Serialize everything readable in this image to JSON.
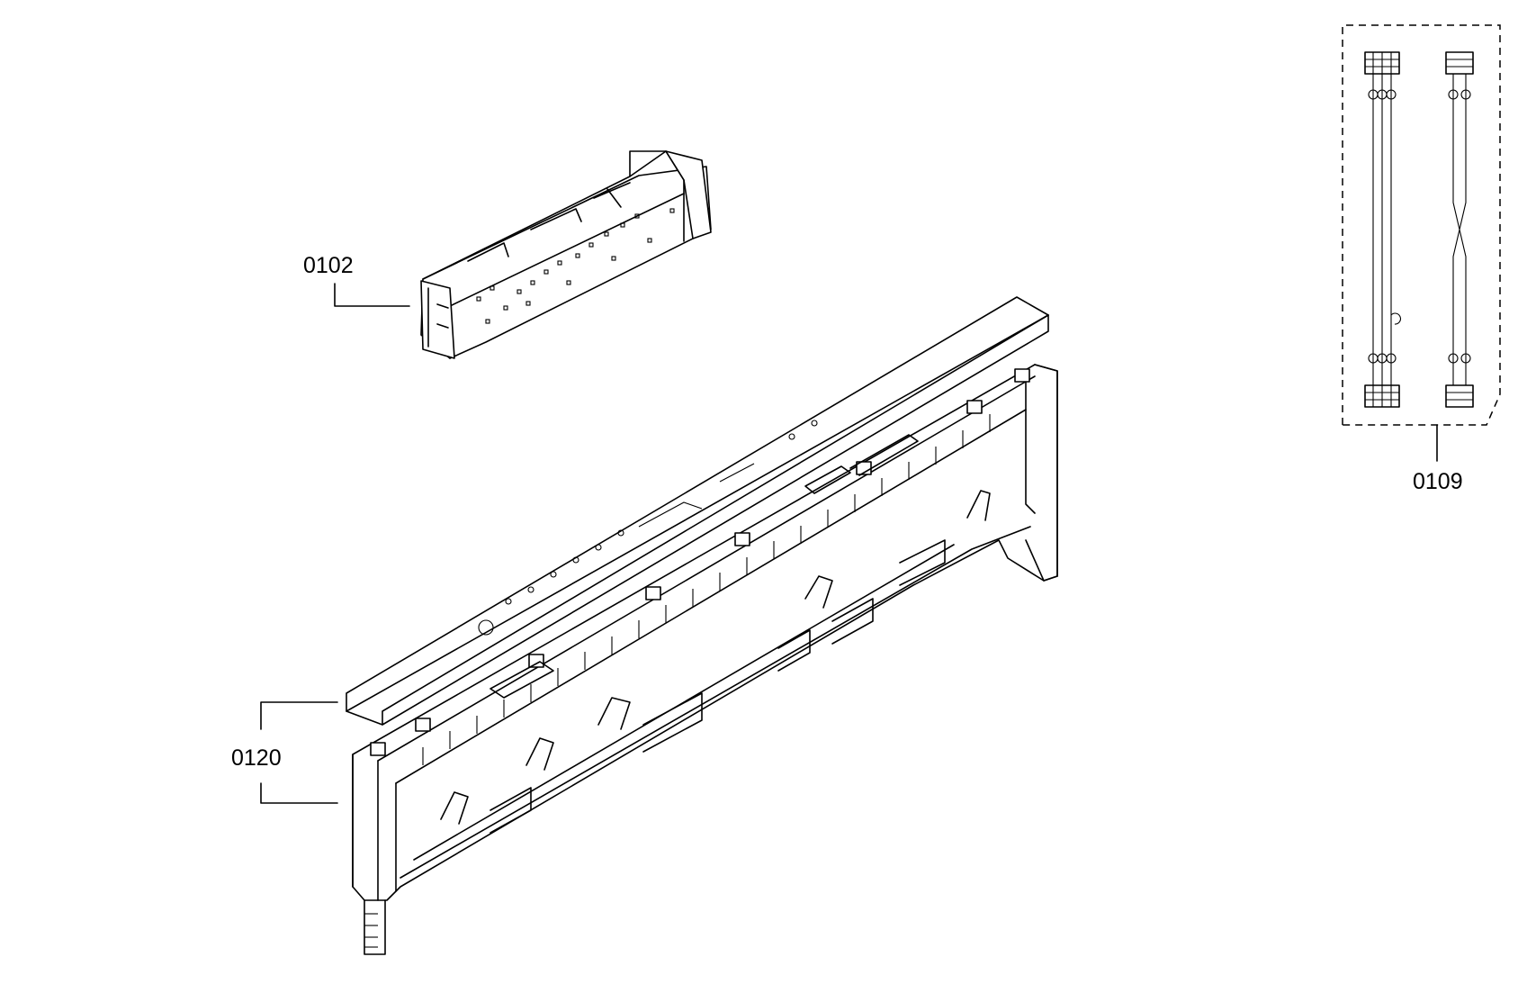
{
  "parts": [
    {
      "id": "control-module",
      "label": "0102"
    },
    {
      "id": "fascia-panel",
      "label": "0120"
    },
    {
      "id": "cable-harness",
      "label": "0109"
    }
  ]
}
